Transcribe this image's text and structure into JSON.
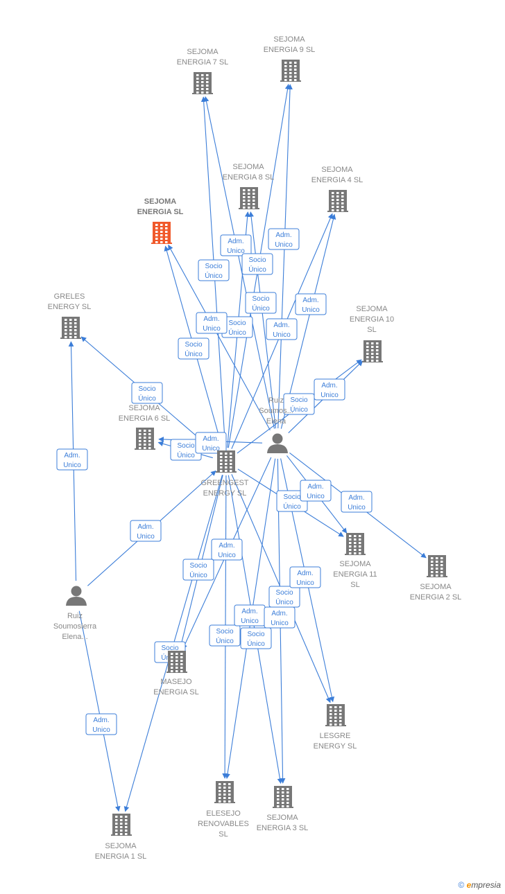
{
  "colors": {
    "company": "#777777",
    "main_company": "#f0592b",
    "edge": "#3b7dd8",
    "label": "#888888",
    "person": "#777777"
  },
  "nodes": [
    {
      "id": "sejoma7",
      "kind": "company",
      "lines": [
        "SEJOMA",
        "ENERGIA 7  SL"
      ]
    },
    {
      "id": "sejoma9",
      "kind": "company",
      "lines": [
        "SEJOMA",
        "ENERGIA 9  SL"
      ]
    },
    {
      "id": "sejoma8",
      "kind": "company",
      "lines": [
        "SEJOMA",
        "ENERGIA 8  SL"
      ]
    },
    {
      "id": "sejoma4",
      "kind": "company",
      "lines": [
        "SEJOMA",
        "ENERGIA 4  SL"
      ]
    },
    {
      "id": "sejoma",
      "kind": "main",
      "lines": [
        "SEJOMA",
        "ENERGIA  SL"
      ]
    },
    {
      "id": "greles",
      "kind": "company",
      "lines": [
        "GRELES",
        "ENERGY  SL"
      ]
    },
    {
      "id": "sejoma10",
      "kind": "company",
      "lines": [
        "SEJOMA",
        "ENERGIA 10",
        "SL"
      ]
    },
    {
      "id": "sejoma6",
      "kind": "company",
      "lines": [
        "SEJOMA",
        "ENERGIA 6  SL"
      ]
    },
    {
      "id": "greengest",
      "kind": "company",
      "lines": [
        "GREENGEST",
        "ENERGY  SL"
      ]
    },
    {
      "id": "person1",
      "kind": "person",
      "lines": [
        "Ruiz",
        "Soumos...",
        "Elena"
      ]
    },
    {
      "id": "sejoma11",
      "kind": "company",
      "lines": [
        "SEJOMA",
        "ENERGIA 11",
        "SL"
      ]
    },
    {
      "id": "sejoma2",
      "kind": "company",
      "lines": [
        "SEJOMA",
        "ENERGIA 2  SL"
      ]
    },
    {
      "id": "person2",
      "kind": "person",
      "lines": [
        "Ruiz",
        "Soumosierra",
        "Elena..."
      ]
    },
    {
      "id": "masejo",
      "kind": "company",
      "lines": [
        "MASEJO",
        "ENERGIA  SL"
      ]
    },
    {
      "id": "lesgre",
      "kind": "company",
      "lines": [
        "LESGRE",
        "ENERGY  SL"
      ]
    },
    {
      "id": "elesejo",
      "kind": "company",
      "lines": [
        "ELESEJO",
        "RENOVABLES",
        "SL"
      ]
    },
    {
      "id": "sejoma3",
      "kind": "company",
      "lines": [
        "SEJOMA",
        "ENERGIA 3  SL"
      ]
    },
    {
      "id": "sejoma1",
      "kind": "company",
      "lines": [
        "SEJOMA",
        "ENERGIA 1  SL"
      ]
    }
  ],
  "edges": [
    {
      "from": "greengest",
      "to": "sejoma7",
      "label": [
        "Socio",
        "Único"
      ]
    },
    {
      "from": "person1",
      "to": "sejoma7",
      "label": [
        "Adm.",
        "Unico"
      ]
    },
    {
      "from": "greengest",
      "to": "sejoma9",
      "label": [
        "Socio",
        "Único"
      ]
    },
    {
      "from": "person1",
      "to": "sejoma9",
      "label": [
        "Adm.",
        "Unico"
      ]
    },
    {
      "from": "greengest",
      "to": "sejoma8",
      "label": [
        "Socio",
        "Único"
      ]
    },
    {
      "from": "person1",
      "to": "sejoma8",
      "label": [
        "Adm.",
        "Unico"
      ]
    },
    {
      "from": "greengest",
      "to": "sejoma4",
      "label": [
        "Socio",
        "Único"
      ]
    },
    {
      "from": "person1",
      "to": "sejoma4",
      "label": [
        "Adm.",
        "Unico"
      ]
    },
    {
      "from": "greengest",
      "to": "sejoma",
      "label": [
        "Socio",
        "Único"
      ]
    },
    {
      "from": "person1",
      "to": "sejoma",
      "label": [
        "Adm.",
        "Unico"
      ]
    },
    {
      "from": "greengest",
      "to": "greles",
      "label": [
        "Socio",
        "Único"
      ]
    },
    {
      "from": "person2",
      "to": "greles",
      "label": [
        "Adm.",
        "Unico"
      ]
    },
    {
      "from": "greengest",
      "to": "sejoma10",
      "label": [
        "Socio",
        "Único"
      ]
    },
    {
      "from": "person1",
      "to": "sejoma10",
      "label": [
        "Adm.",
        "Unico"
      ]
    },
    {
      "from": "greengest",
      "to": "sejoma6",
      "label": [
        "Socio",
        "Único"
      ]
    },
    {
      "from": "person1",
      "to": "sejoma6",
      "label": [
        "Adm.",
        "Unico"
      ]
    },
    {
      "from": "person2",
      "to": "greengest",
      "label": [
        "Adm.",
        "Unico"
      ]
    },
    {
      "from": "greengest",
      "to": "sejoma11",
      "label": [
        "Socio",
        "Único"
      ]
    },
    {
      "from": "person1",
      "to": "sejoma11",
      "label": [
        "Adm.",
        "Unico"
      ]
    },
    {
      "from": "person1",
      "to": "sejoma2",
      "label": [
        "Adm.",
        "Unico"
      ]
    },
    {
      "from": "greengest",
      "to": "masejo",
      "label": [
        "Socio",
        "Único"
      ]
    },
    {
      "from": "person1",
      "to": "masejo",
      "label": [
        "Adm.",
        "Unico"
      ]
    },
    {
      "from": "greengest",
      "to": "lesgre",
      "label": [
        "Socio",
        "Único"
      ]
    },
    {
      "from": "person1",
      "to": "lesgre",
      "label": [
        "Adm.",
        "Unico"
      ]
    },
    {
      "from": "greengest",
      "to": "elesejo",
      "label": [
        "Socio",
        "Único"
      ]
    },
    {
      "from": "person1",
      "to": "elesejo",
      "label": [
        "Adm.",
        "Unico"
      ]
    },
    {
      "from": "greengest",
      "to": "sejoma3",
      "label": [
        "Socio",
        "Único"
      ]
    },
    {
      "from": "person1",
      "to": "sejoma3",
      "label": [
        "Adm.",
        "Unico"
      ]
    },
    {
      "from": "greengest",
      "to": "sejoma1",
      "label": [
        "Socio",
        "Único"
      ]
    },
    {
      "from": "person2",
      "to": "sejoma1",
      "label": [
        "Adm.",
        "Unico"
      ]
    }
  ],
  "footer": {
    "copyright": "©",
    "brand_e": "e",
    "brand_rest": "mpresia"
  }
}
